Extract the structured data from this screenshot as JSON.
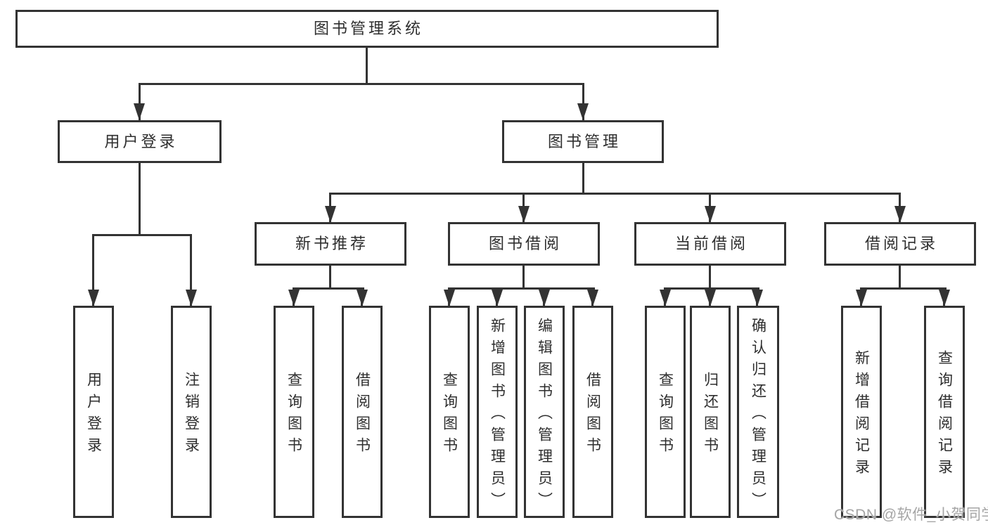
{
  "diagram": {
    "root": {
      "label": "图书管理系统"
    },
    "level2": [
      {
        "id": "user-login",
        "label": "用户登录"
      },
      {
        "id": "book-management",
        "label": "图书管理"
      }
    ],
    "level3": [
      {
        "id": "new-book-recommend",
        "label": "新书推荐",
        "parent": "图书管理"
      },
      {
        "id": "book-borrow",
        "label": "图书借阅",
        "parent": "图书管理"
      },
      {
        "id": "current-borrow",
        "label": "当前借阅",
        "parent": "图书管理"
      },
      {
        "id": "borrow-records",
        "label": "借阅记录",
        "parent": "图书管理"
      }
    ],
    "leaves": [
      {
        "label": "用户登录",
        "parent": "用户登录"
      },
      {
        "label": "注销登录",
        "parent": "用户登录"
      },
      {
        "label": "查询图书",
        "parent": "新书推荐"
      },
      {
        "label": "借阅图书",
        "parent": "新书推荐"
      },
      {
        "label": "查询图书",
        "parent": "图书借阅"
      },
      {
        "label": "新增图书（管理员）",
        "parent": "图书借阅"
      },
      {
        "label": "编辑图书（管理员）",
        "parent": "图书借阅"
      },
      {
        "label": "借阅图书",
        "parent": "图书借阅"
      },
      {
        "label": "查询图书",
        "parent": "当前借阅"
      },
      {
        "label": "归还图书",
        "parent": "当前借阅"
      },
      {
        "label": "确认归还（管理员）",
        "parent": "当前借阅"
      },
      {
        "label": "新增借阅记录",
        "parent": "借阅记录"
      },
      {
        "label": "查询借阅记录",
        "parent": "借阅记录"
      }
    ]
  },
  "watermark": {
    "text": "CSDN @软件_小贺同学"
  },
  "colors": {
    "line": "#333333",
    "border": "#333333",
    "text": "#2e2e2e",
    "watermark": "#a5a5a5",
    "background": "#ffffff"
  }
}
